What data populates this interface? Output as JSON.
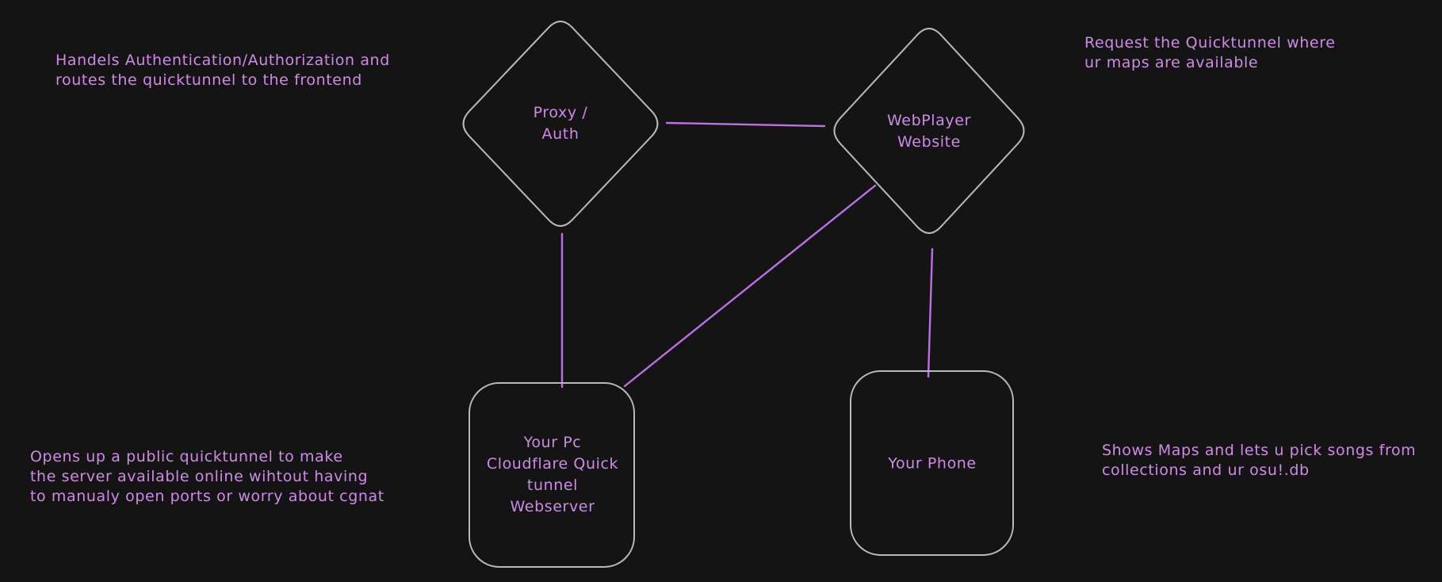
{
  "colors": {
    "background": "#141414",
    "shape_stroke": "#b4bac0",
    "accent_purple": "#cf8ae8",
    "line_purple": "#bf6fe3"
  },
  "diagram": {
    "nodes": [
      {
        "id": "proxy-auth",
        "shape": "diamond",
        "label": "Proxy /\nAuth"
      },
      {
        "id": "webplayer-website",
        "shape": "diamond",
        "label": "WebPlayer\nWebsite"
      },
      {
        "id": "your-pc",
        "shape": "rounded-rect",
        "label": "Your Pc\nCloudflare Quick\ntunnel\nWebserver"
      },
      {
        "id": "your-phone",
        "shape": "rounded-rect",
        "label": "Your Phone"
      }
    ],
    "edges": [
      {
        "from": "proxy-auth",
        "to": "webplayer-website"
      },
      {
        "from": "proxy-auth",
        "to": "your-pc"
      },
      {
        "from": "webplayer-website",
        "to": "your-pc"
      },
      {
        "from": "webplayer-website",
        "to": "your-phone"
      }
    ],
    "annotations": [
      {
        "id": "proxy-note",
        "text": "Handels Authentication/Authorization and\nroutes the quicktunnel to the frontend"
      },
      {
        "id": "webplayer-note",
        "text": "Request the Quicktunnel where\nur maps are available"
      },
      {
        "id": "your-pc-note",
        "text": "Opens up a public quicktunnel to make\nthe server available online wihtout having\nto manualy open ports or worry about cgnat"
      },
      {
        "id": "your-phone-note",
        "text": "Shows Maps and lets u pick songs from\ncollections and ur osu!.db"
      }
    ]
  }
}
